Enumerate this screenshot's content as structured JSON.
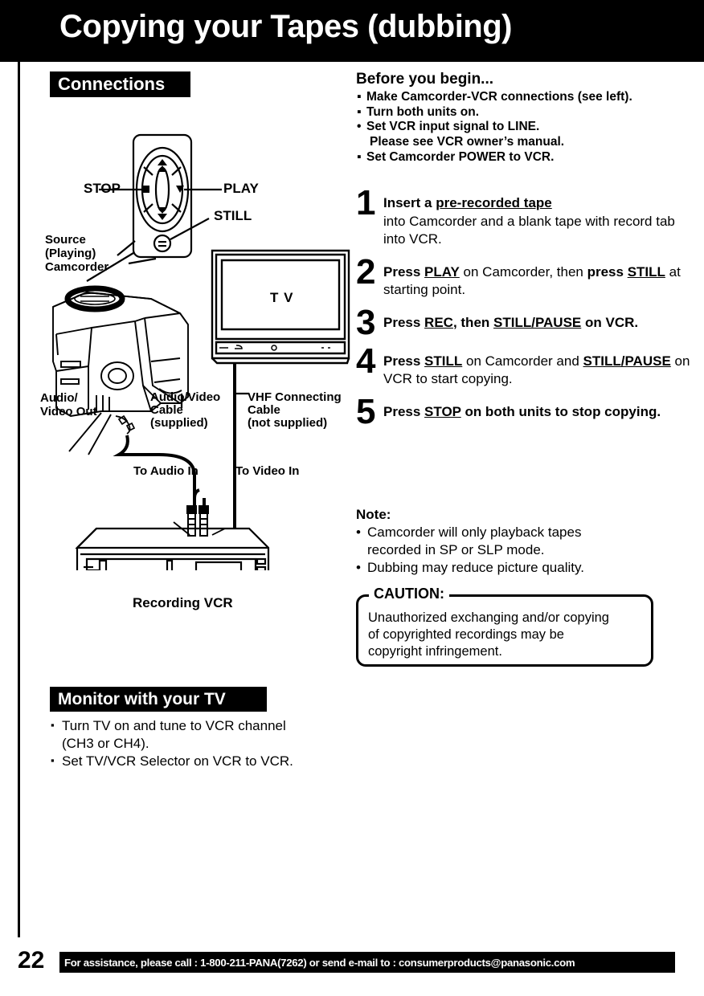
{
  "header": {
    "title": "Copying your Tapes (dubbing)"
  },
  "sections": {
    "connections_banner": "Connections",
    "monitor_banner": "Monitor with your TV"
  },
  "before_you_begin": {
    "title": "Before you begin...",
    "items": [
      {
        "bullet": "▪",
        "text": "Make Camcorder-VCR connections (see left)."
      },
      {
        "bullet": "▪",
        "text": "Turn both units on."
      },
      {
        "bullet": "•",
        "text": "Set VCR input signal to LINE.",
        "sub": "Please see VCR owner’s manual."
      },
      {
        "bullet": "▪",
        "text": "Set Camcorder POWER to VCR."
      }
    ]
  },
  "steps": [
    {
      "number": "1",
      "line1_bold": "Insert a ",
      "line1_underline": "pre-recorded tape",
      "rest": "into Camcorder and a blank tape with record tab into VCR."
    },
    {
      "number": "2",
      "seg1_bold": "Press ",
      "seg1_underline": "PLAY",
      "seg2": " on Camcorder, then ",
      "seg3_bold": "press ",
      "seg3_underline": "STILL",
      "seg4": " at starting point."
    },
    {
      "number": "3",
      "seg1_bold": "Press ",
      "seg1_underline": "REC",
      "seg2_bold": ", then ",
      "seg2_underline": "STILL/PAUSE",
      "seg3_bold": " on VCR."
    },
    {
      "number": "4",
      "seg1_bold": "Press ",
      "seg1_underline": "STILL",
      "seg2": " on Camcorder and ",
      "seg2_underline": "STILL/",
      "seg3_underline": "PAUSE",
      "seg4": " on VCR to start copying."
    },
    {
      "number": "5",
      "seg1_bold": "Press ",
      "seg1_underline": "STOP",
      "seg2_bold": " on both units to stop copying."
    }
  ],
  "note": {
    "title": "Note:",
    "items": [
      {
        "bullet": "•",
        "text": "Camcorder will only playback tapes",
        "sub": "recorded in SP or SLP mode."
      },
      {
        "bullet": "•",
        "text": "Dubbing may reduce picture quality."
      }
    ]
  },
  "caution": {
    "label": "CAUTION:",
    "line1": "Unauthorized exchanging and/or copying",
    "line2": "of copyrighted recordings may be",
    "line3": "copyright infringement."
  },
  "monitor_items": [
    {
      "bullet": "▪",
      "text": "Turn TV on and tune to VCR channel",
      "sub": "(CH3 or CH4)."
    },
    {
      "bullet": "▪",
      "text": "Set TV/VCR Selector on VCR to VCR."
    }
  ],
  "diagram_labels": {
    "stop": "STOP",
    "play": "PLAY",
    "still": "STILL",
    "source_line1": "Source",
    "source_line2": "(Playing)",
    "source_line3": "Camcorder",
    "tv": "T V",
    "audio_video_out_line1": "Audio/",
    "audio_video_out_line2": "Video Out",
    "av_cable_line1": "Audio/Video",
    "av_cable_line2": "Cable",
    "av_cable_line3": "(supplied)",
    "vhf_cable_line1": "VHF Connecting",
    "vhf_cable_line2": "Cable",
    "vhf_cable_line3": "(not supplied)",
    "to_audio_in": "To Audio In",
    "to_video_in": "To Video In",
    "recording_vcr": "Recording VCR"
  },
  "footer": {
    "page_number": "22",
    "text": "For assistance, please call : 1-800-211-PANA(7262) or send e-mail to : consumerproducts@panasonic.com"
  },
  "colors": {
    "ink": "#000000",
    "paper": "#ffffff"
  }
}
